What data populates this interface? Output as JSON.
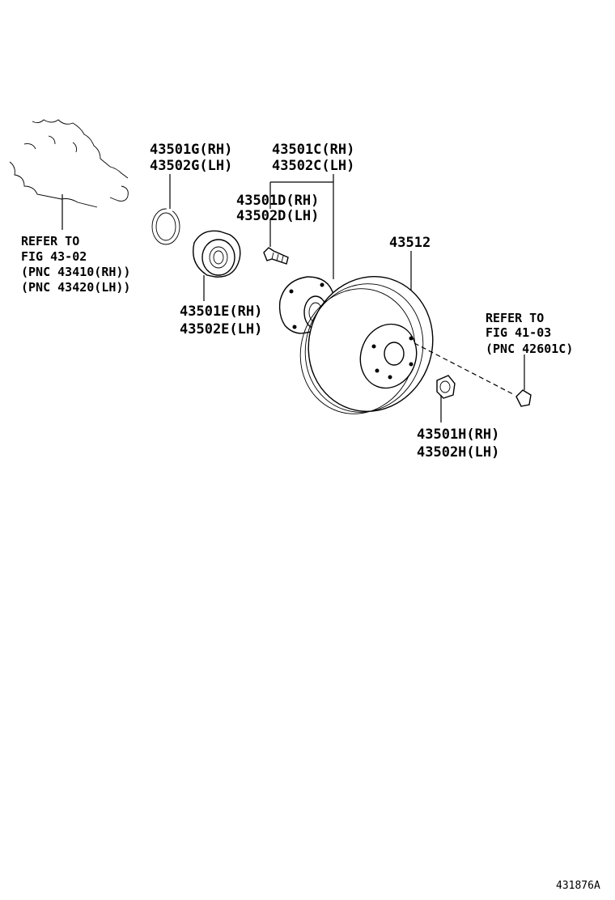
{
  "labels": {
    "g_rh": "43501G(RH)",
    "g_lh": "43502G(LH)",
    "c_rh": "43501C(RH)",
    "c_lh": "43502C(LH)",
    "d_rh": "43501D(RH)",
    "d_lh": "43502D(LH)",
    "e_rh": "43501E(RH)",
    "e_lh": "43502E(LH)",
    "rotor": "43512",
    "h_rh": "43501H(RH)",
    "h_lh": "43502H(LH)"
  },
  "refer_left": {
    "line1": "REFER TO",
    "line2": "FIG 43-02",
    "line3": "(PNC 43410(RH))",
    "line4": "(PNC 43420(LH))"
  },
  "refer_right": {
    "line1": "REFER TO",
    "line2": "FIG 41-03",
    "line3": "(PNC 42601C)"
  },
  "figure_id": "431876A"
}
